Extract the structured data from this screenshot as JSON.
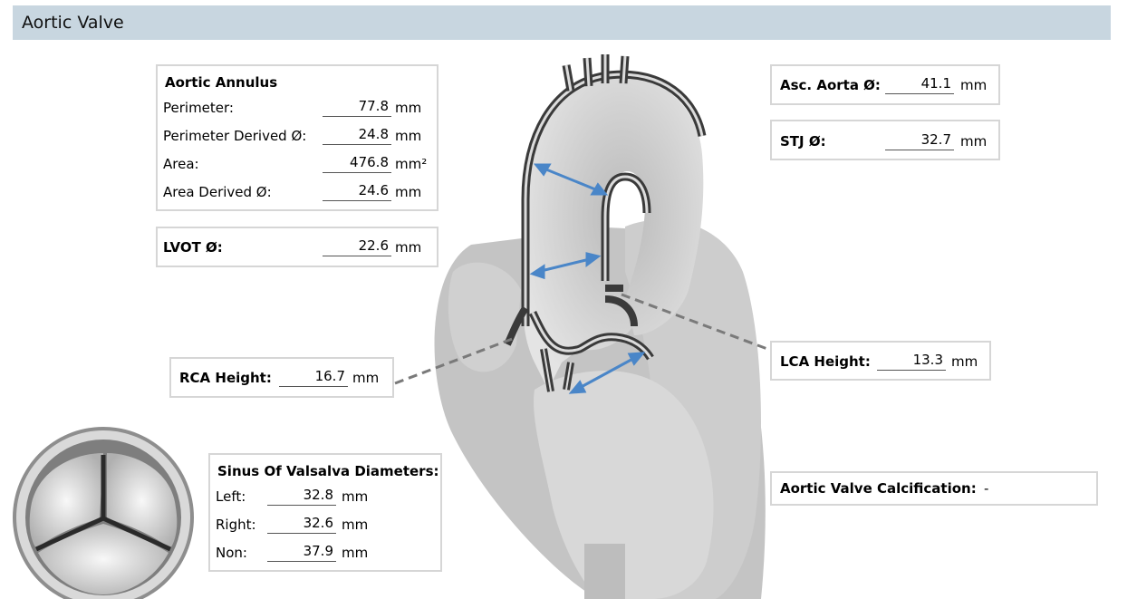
{
  "header": {
    "title": "Aortic Valve"
  },
  "annulus": {
    "title": "Aortic Annulus",
    "rows": [
      {
        "label": "Perimeter:",
        "value": "77.8",
        "unit": "mm"
      },
      {
        "label": "Perimeter Derived Ø:",
        "value": "24.8",
        "unit": "mm"
      },
      {
        "label": "Area:",
        "value": "476.8",
        "unit": "mm²"
      },
      {
        "label": "Area Derived Ø:",
        "value": "24.6",
        "unit": "mm"
      }
    ]
  },
  "lvot": {
    "label": "LVOT Ø:",
    "value": "22.6",
    "unit": "mm"
  },
  "rca": {
    "label": "RCA Height:",
    "value": "16.7",
    "unit": "mm"
  },
  "sinus": {
    "title": "Sinus Of Valsalva Diameters:",
    "rows": [
      {
        "label": "Left:",
        "value": "32.8",
        "unit": "mm"
      },
      {
        "label": "Right:",
        "value": "32.6",
        "unit": "mm"
      },
      {
        "label": "Non:",
        "value": "37.9",
        "unit": "mm"
      }
    ]
  },
  "asc_aorta": {
    "label": "Asc. Aorta Ø:",
    "value": "41.1",
    "unit": "mm"
  },
  "stj": {
    "label": "STJ Ø:",
    "value": "32.7",
    "unit": "mm"
  },
  "lca": {
    "label": "LCA Height:",
    "value": "13.3",
    "unit": "mm"
  },
  "calcification": {
    "label": "Aortic Valve Calcification:",
    "value": "-"
  },
  "colors": {
    "header_bg": "#c8d6e0",
    "arrow": "#4a86c8",
    "box_border": "#d6d6d6"
  }
}
